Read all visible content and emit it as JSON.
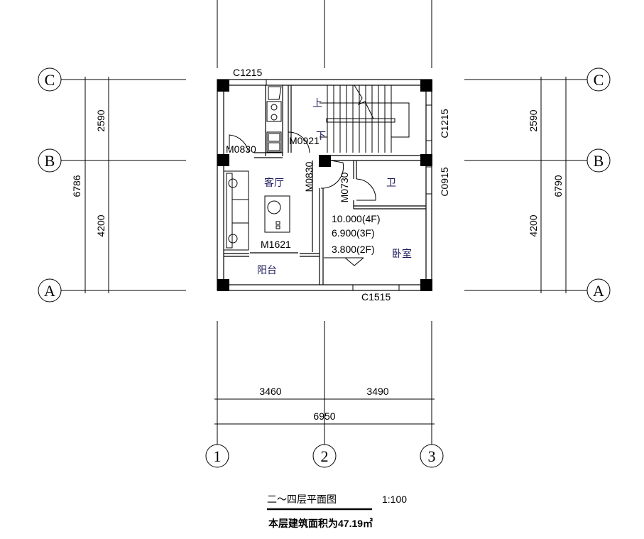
{
  "title": "二～四层平面图",
  "scale": "1:100",
  "area_note": "本层建筑面积为47.19㎡",
  "axes": {
    "rows": [
      "A",
      "B",
      "C"
    ],
    "cols": [
      "1",
      "2",
      "3"
    ]
  },
  "dims": {
    "left_total": "6786",
    "left_upper": "2590",
    "left_lower": "4200",
    "right_total": "6790",
    "right_upper": "2590",
    "right_lower": "4200",
    "bottom_1_2": "3460",
    "bottom_2_3": "3490",
    "bottom_total": "6950"
  },
  "openings": {
    "c1215_top": "C1215",
    "c1215_right": "C1215",
    "c0915": "C0915",
    "c1515": "C1515",
    "m0830_left": "M0830",
    "m0921": "M0921",
    "m0830_mid": "M0830",
    "m0730": "M0730",
    "m1621": "M1621"
  },
  "rooms": {
    "living": "客厅",
    "bath": "卫",
    "bedroom": "卧室",
    "balcony": "阳台"
  },
  "stair": {
    "up": "上",
    "down": "下"
  },
  "levels": [
    "10.000(4F)",
    "6.900(3F)",
    "3.800(2F)"
  ]
}
